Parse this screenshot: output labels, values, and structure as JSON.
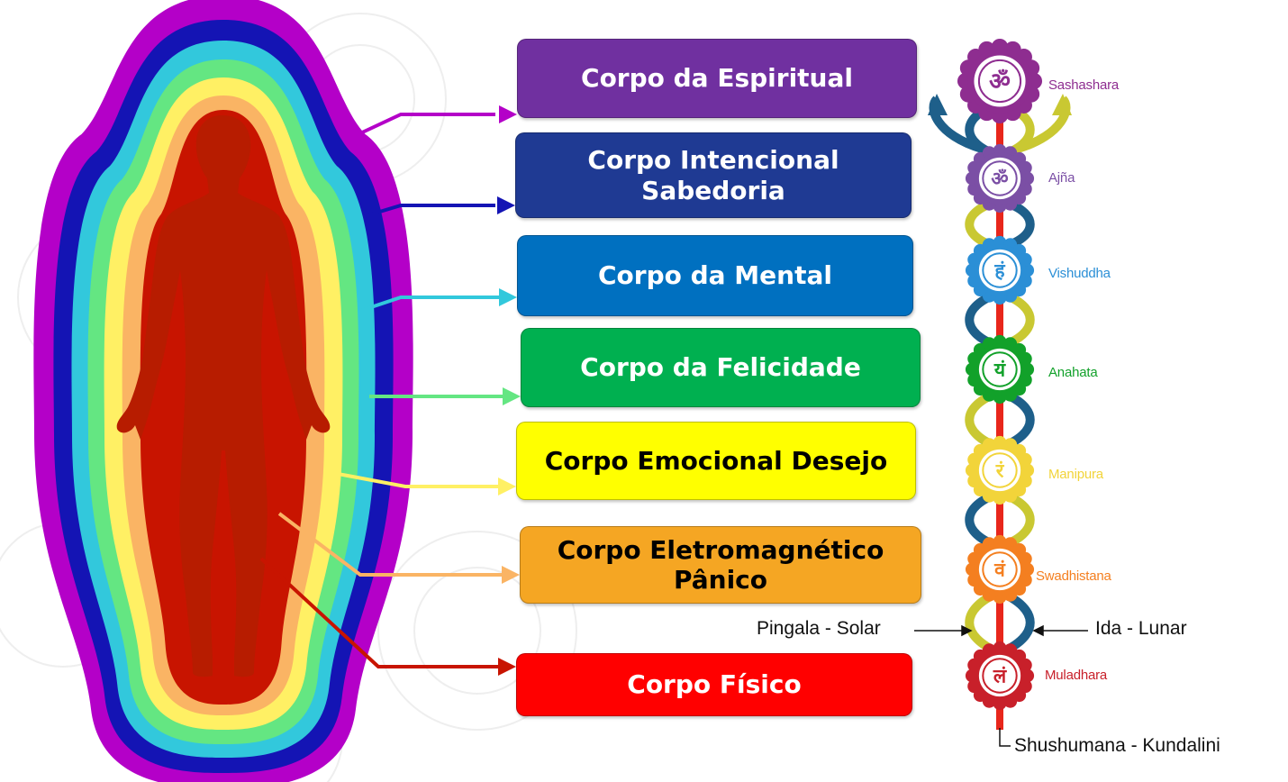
{
  "bodies": [
    {
      "id": "espiritual",
      "lines": [
        "Corpo da Espiritual"
      ],
      "bg": "#7030a0",
      "text": "#ffffff",
      "aura": "#b400c8"
    },
    {
      "id": "intencional",
      "lines": [
        "Corpo Intencional",
        "Sabedoria"
      ],
      "bg": "#1f3a93",
      "text": "#ffffff",
      "aura": "#1414b4"
    },
    {
      "id": "mental",
      "lines": [
        "Corpo da Mental"
      ],
      "bg": "#0070c0",
      "text": "#ffffff",
      "aura": "#32c8dc"
    },
    {
      "id": "felicidade",
      "lines": [
        "Corpo da Felicidade"
      ],
      "bg": "#00b050",
      "text": "#ffffff",
      "aura": "#64e682"
    },
    {
      "id": "emocional",
      "lines": [
        "Corpo Emocional Desejo"
      ],
      "bg": "#ffff00",
      "text": "#000000",
      "aura": "#fff064"
    },
    {
      "id": "eletromagnetico",
      "lines": [
        "Corpo Eletromagnético",
        "Pânico"
      ],
      "bg": "#f5a623",
      "text": "#000000",
      "aura": "#fab464"
    },
    {
      "id": "fisico",
      "lines": [
        "Corpo Físico"
      ],
      "bg": "#ff0000",
      "text": "#ffffff",
      "aura": "#c81400"
    }
  ],
  "chakras": [
    {
      "name": "Sashashara",
      "color": "#8e2d90",
      "symbol": "ॐ"
    },
    {
      "name": "Ajña",
      "color": "#7b4fa5",
      "symbol": "ॐ"
    },
    {
      "name": "Vishuddha",
      "color": "#2b8fd6",
      "symbol": "हं"
    },
    {
      "name": "Anahata",
      "color": "#12a12a",
      "symbol": "यं"
    },
    {
      "name": "Manipura",
      "color": "#f2d43a",
      "symbol": "रं"
    },
    {
      "name": "Swadhistana",
      "color": "#f47f20",
      "symbol": "वं"
    },
    {
      "name": "Muladhara",
      "color": "#c8202a",
      "symbol": "लं"
    }
  ],
  "channels": {
    "pingala": "Pingala - Solar",
    "ida": "Ida - Lunar",
    "shushumana": "Shushumana - Kundalini"
  },
  "colors": {
    "silhouette": "#b71c00",
    "spine": "#e8261b",
    "nadi_yellow": "#c9c832",
    "nadi_blue": "#1e5f8a"
  }
}
